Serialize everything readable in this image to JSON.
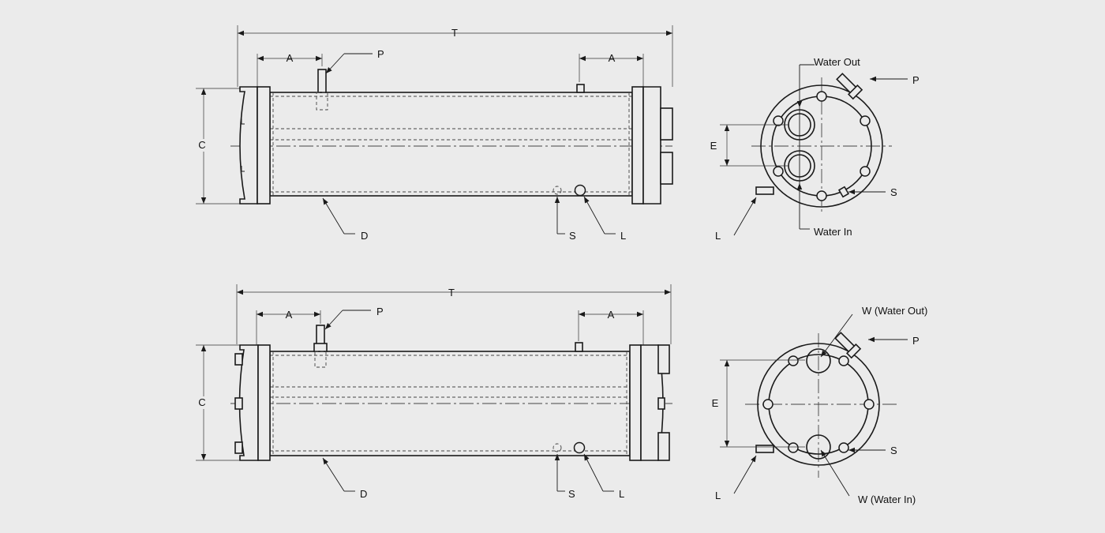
{
  "top_side_view": {
    "dim_total": "T",
    "dim_inlet_offset": "A",
    "dim_outlet_offset": "A",
    "dim_height": "C",
    "label_pipe": "P",
    "label_diameter": "D",
    "label_s": "S",
    "label_l": "L"
  },
  "top_end_view": {
    "label_water_out": "Water Out",
    "label_water_in": "Water In",
    "label_p": "P",
    "label_s": "S",
    "label_l": "L",
    "dim_e": "E"
  },
  "bottom_side_view": {
    "dim_total": "T",
    "dim_inlet_offset": "A",
    "dim_outlet_offset": "A",
    "dim_height": "C",
    "label_pipe": "P",
    "label_diameter": "D",
    "label_s": "S",
    "label_l": "L"
  },
  "bottom_end_view": {
    "label_water_out": "W (Water Out)",
    "label_water_in": "W (Water In)",
    "label_p": "P",
    "label_s": "S",
    "label_l": "L",
    "dim_e": "E"
  }
}
